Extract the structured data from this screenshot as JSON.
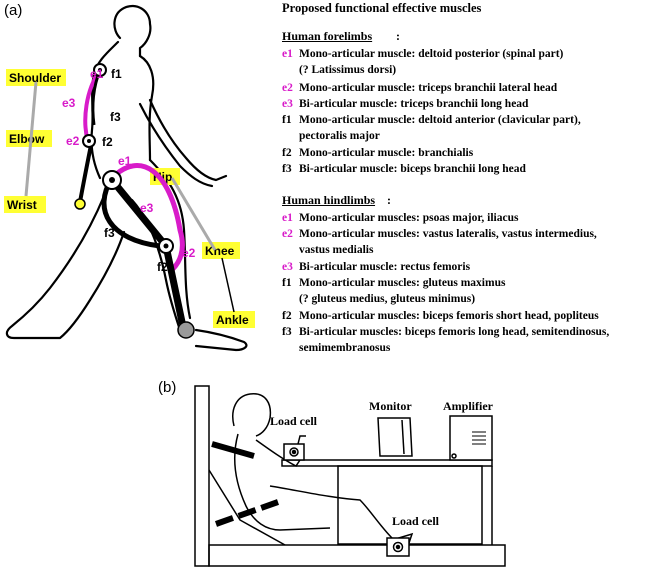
{
  "panel_a": {
    "label": "(a)",
    "joints": {
      "shoulder": "Shoulder",
      "elbow": "Elbow",
      "wrist": "Wrist",
      "hip": "Hip",
      "knee": "Knee",
      "ankle": "Ankle"
    },
    "muscle_labels": {
      "e1": "e1",
      "e2": "e2",
      "e3": "e3",
      "f1": "f1",
      "f2": "f2",
      "f3": "f3"
    }
  },
  "legend": {
    "title": "Proposed functional effective muscles",
    "forelimbs": {
      "heading": "Human forelimbs",
      "colon": ":",
      "items": [
        {
          "code": "e1",
          "type": "e",
          "line1": "Mono-articular muscle: deltoid posterior (spinal part)",
          "line2": "(? Latissimus dorsi)"
        },
        {
          "code": "e2",
          "type": "e",
          "line1": "Mono-articular muscle: triceps branchii lateral head",
          "line2": ""
        },
        {
          "code": "e3",
          "type": "e",
          "line1": "Bi-articular muscle: triceps branchii long head",
          "line2": ""
        },
        {
          "code": "f1",
          "type": "f",
          "line1": "Mono-articular muscle: deltoid anterior (clavicular part),",
          "line2": "pectoralis major"
        },
        {
          "code": "f2",
          "type": "f",
          "line1": "Mono-articular muscle: branchialis",
          "line2": ""
        },
        {
          "code": "f3",
          "type": "f",
          "line1": "Bi-articular muscle: biceps branchii long head",
          "line2": ""
        }
      ]
    },
    "hindlimbs": {
      "heading": "Human hindlimbs",
      "colon": ":",
      "items": [
        {
          "code": "e1",
          "type": "e",
          "line1": "Mono-articular muscles: psoas major, iliacus",
          "line2": ""
        },
        {
          "code": "e2",
          "type": "e",
          "line1": "Mono-articular muscles: vastus lateralis, vastus intermedius,",
          "line2": "vastus medialis"
        },
        {
          "code": "e3",
          "type": "e",
          "line1": "Bi-articular muscle: rectus femoris",
          "line2": ""
        },
        {
          "code": "f1",
          "type": "f",
          "line1": "Mono-articular muscles: gluteus maximus",
          "line2": "(? gluteus medius, gluteus minimus)"
        },
        {
          "code": "f2",
          "type": "f",
          "line1": "Mono-articular muscles: biceps femoris short head, popliteus",
          "line2": ""
        },
        {
          "code": "f3",
          "type": "f",
          "line1": "Bi-articular muscles: biceps femoris long head, semitendinosus,",
          "line2": "semimembranosus"
        }
      ]
    }
  },
  "panel_b": {
    "label": "(b)",
    "labels": {
      "load_cell_top": "Load cell",
      "monitor": "Monitor",
      "amplifier": "Amplifier",
      "load_cell_bottom": "Load cell"
    }
  },
  "colors": {
    "extensor": "#d81bc9",
    "highlight": "#ffff33",
    "limb": "#000000",
    "segment_fill": "#9a9a9a"
  }
}
